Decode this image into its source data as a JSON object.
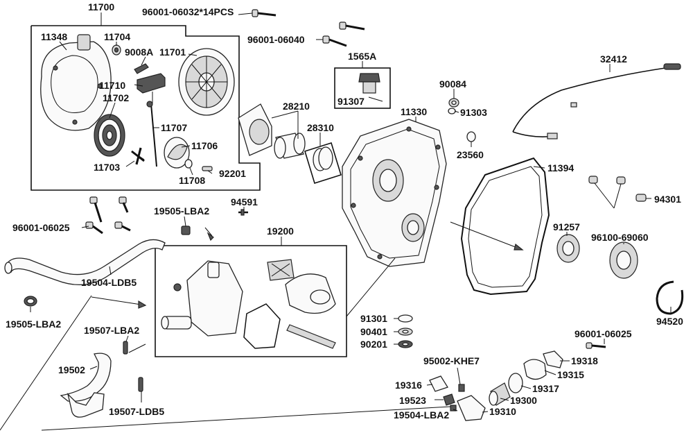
{
  "parts": [
    {
      "id": "p11700",
      "label": "11700"
    },
    {
      "id": "p96001_06032",
      "label": "96001-06032*14PCS"
    },
    {
      "id": "p11348",
      "label": "11348"
    },
    {
      "id": "p11704",
      "label": "11704"
    },
    {
      "id": "p9008A",
      "label": "9008A"
    },
    {
      "id": "p11701",
      "label": "11701"
    },
    {
      "id": "p11710",
      "label": "11710"
    },
    {
      "id": "p11702",
      "label": "11702"
    },
    {
      "id": "p11707",
      "label": "11707"
    },
    {
      "id": "p11706",
      "label": "11706"
    },
    {
      "id": "p11703",
      "label": "11703"
    },
    {
      "id": "p11708",
      "label": "11708"
    },
    {
      "id": "p92201",
      "label": "92201"
    },
    {
      "id": "p96001_06040",
      "label": "96001-06040"
    },
    {
      "id": "p1565A",
      "label": "1565A"
    },
    {
      "id": "p91307",
      "label": "91307"
    },
    {
      "id": "p28210",
      "label": "28210"
    },
    {
      "id": "p28310",
      "label": "28310"
    },
    {
      "id": "p90084",
      "label": "90084"
    },
    {
      "id": "p91303",
      "label": "91303"
    },
    {
      "id": "p11330",
      "label": "11330"
    },
    {
      "id": "p32412",
      "label": "32412"
    },
    {
      "id": "p23560",
      "label": "23560"
    },
    {
      "id": "p11394",
      "label": "11394"
    },
    {
      "id": "p94301",
      "label": "94301"
    },
    {
      "id": "p96001_06025a",
      "label": "96001-06025"
    },
    {
      "id": "p19505_LBA2a",
      "label": "19505-LBA2"
    },
    {
      "id": "p94591",
      "label": "94591"
    },
    {
      "id": "p19200",
      "label": "19200"
    },
    {
      "id": "p91257",
      "label": "91257"
    },
    {
      "id": "p96100_69060",
      "label": "96100-69060"
    },
    {
      "id": "p19504_LDB5",
      "label": "19504-LDB5"
    },
    {
      "id": "p19505_LBA2b",
      "label": "19505-LBA2"
    },
    {
      "id": "p19507_LBA2",
      "label": "19507-LBA2"
    },
    {
      "id": "p91301",
      "label": "91301"
    },
    {
      "id": "p90401",
      "label": "90401"
    },
    {
      "id": "p90201",
      "label": "90201"
    },
    {
      "id": "p94520",
      "label": "94520"
    },
    {
      "id": "p96001_06025b",
      "label": "96001-06025"
    },
    {
      "id": "p19502",
      "label": "19502"
    },
    {
      "id": "p95002_KHE7",
      "label": "95002-KHE7"
    },
    {
      "id": "p19318",
      "label": "19318"
    },
    {
      "id": "p19315",
      "label": "19315"
    },
    {
      "id": "p19316",
      "label": "19316"
    },
    {
      "id": "p19317",
      "label": "19317"
    },
    {
      "id": "p19523",
      "label": "19523"
    },
    {
      "id": "p19300",
      "label": "19300"
    },
    {
      "id": "p19507_LDB5",
      "label": "19507-LDB5"
    },
    {
      "id": "p19504_LBA2",
      "label": "19504-LBA2"
    },
    {
      "id": "p19310",
      "label": "19310"
    }
  ]
}
